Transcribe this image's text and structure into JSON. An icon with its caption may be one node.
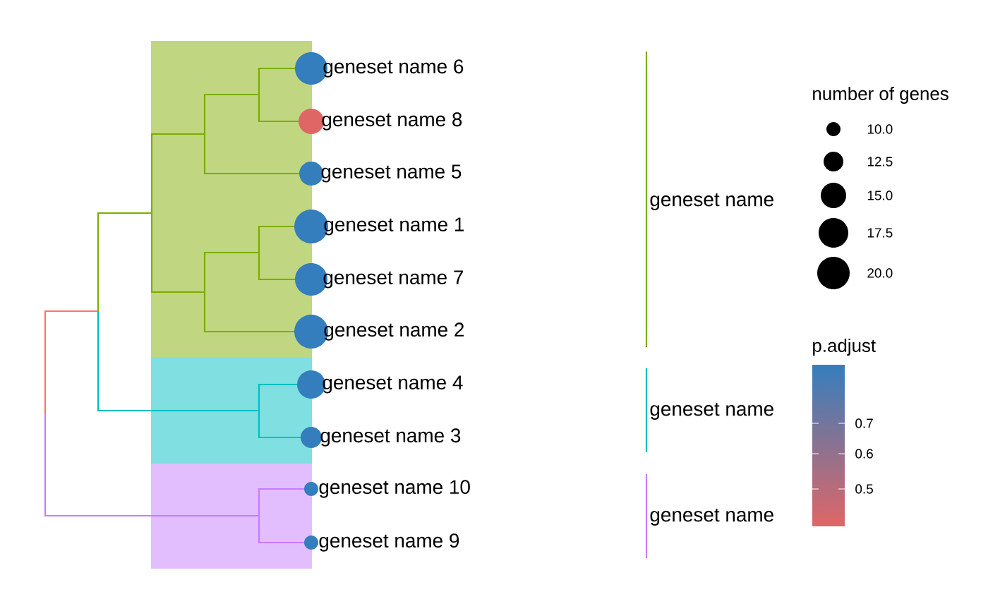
{
  "diagram": {
    "nodes": [
      {
        "text": [],
        "shape": "circle",
        "beside": [
          "geneset name 6"
        ]
      },
      {
        "text": [],
        "shape": "circle",
        "beside": [
          "geneset name 8"
        ]
      },
      {
        "text": [],
        "shape": "circle",
        "beside": [
          "geneset name 5"
        ]
      },
      {
        "text": [],
        "shape": "circle",
        "beside": [
          "geneset name 1"
        ]
      },
      {
        "text": [],
        "shape": "circle",
        "beside": [
          "geneset name 7"
        ]
      },
      {
        "text": [],
        "shape": "circle",
        "beside": [
          "geneset name 2"
        ]
      },
      {
        "text": [],
        "shape": "circle",
        "beside": [
          "geneset name 4"
        ]
      },
      {
        "text": [],
        "shape": "circle",
        "beside": [
          "geneset name 3"
        ]
      },
      {
        "text": [],
        "shape": "circle",
        "beside": [
          "geneset name 10"
        ]
      },
      {
        "text": [],
        "shape": "circle",
        "beside": [
          "geneset name 9"
        ]
      }
    ],
    "labels": [
      "number of genes",
      "geneset name",
      "geneset name",
      "p.adjust",
      "0.7",
      "0.6",
      "0.5",
      "geneset name"
    ],
    "legend": [
      {
        "text": "10.0"
      },
      {
        "text": "12.5"
      },
      {
        "text": "15.0"
      },
      {
        "text": "17.5"
      },
      {
        "text": "20.0"
      }
    ]
  }
}
